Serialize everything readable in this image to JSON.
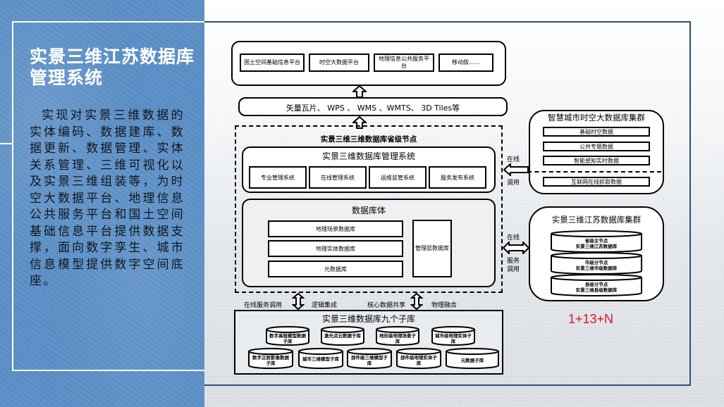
{
  "left_panel": {
    "title": "实景三维江苏数据库管理系统",
    "description": "实现对实景三维数据的实体编码、数据建库、数据更新、数据管理、实体关系管理、三维可视化以及实景三维组装等，为时空大数据平台、地理信息公共服务平台和国土空间基础信息平台提供数据支撑，面向数字孪生、城市信息模型提供数字空间底座。"
  },
  "diagram": {
    "applications": [
      "国土空间基础信息平台",
      "时空大数据平台",
      "地理信息公共服务平台",
      "移动版……"
    ],
    "services": "矢量瓦片、 WPS 、 WMS 、WMTS、 3D Tiles等",
    "provincial_node": {
      "title": "实景三维三维数据库省级节点",
      "management_system": {
        "title": "实景三维数据库管理系统",
        "subsystems": [
          "专业管理系统",
          "在线管理系统",
          "运维监管系统",
          "服务发布系统"
        ]
      },
      "database_body": {
        "title": "数据库体",
        "databases": [
          "地理场景数据库",
          "地理实体数据库",
          "元数据库"
        ],
        "management_layer": "管理层数据库"
      }
    },
    "relations": {
      "left_label_1": "在线服务调用",
      "left_label_2": "逻辑集成",
      "right_label_1": "核心数据共享",
      "right_label_2": "物理融合"
    },
    "sub_libraries": {
      "title": "实景三维数据库九个子库",
      "row1": [
        "数字高程模型数据子库",
        "激光点云数据子库",
        "地形级地理场景子库",
        "城市级地理实体子库"
      ],
      "row2": [
        "数字正射影像数据子库",
        "城市三维模型子库",
        "部件级三维模型子库",
        "部件级地理实体子库",
        "元数据子库"
      ]
    },
    "smart_city_cluster": {
      "title": "智慧城市时空大数据库集群",
      "items": [
        "基础时空数据",
        "公共专题数据",
        "智能感知实时数据"
      ],
      "external_item": "互联网在线抓取数据"
    },
    "jiangsu_cluster": {
      "title": "实景三维江苏数据库集群",
      "nodes": [
        {
          "line1": "省级主节点",
          "line2": "实景三维江苏数据库"
        },
        {
          "line1": "市级分节点",
          "line2": "实景三维市级数据库"
        },
        {
          "line1": "县级分节点",
          "line2": "实景三维县级数据库"
        }
      ]
    },
    "connector_labels": {
      "smart_top": "在线",
      "smart_bottom": "调用",
      "js_top": "在线",
      "js_bottom_1": "服务",
      "js_bottom_2": "调用"
    },
    "count_label": "1+13+N",
    "count_color": "#e0141e"
  }
}
